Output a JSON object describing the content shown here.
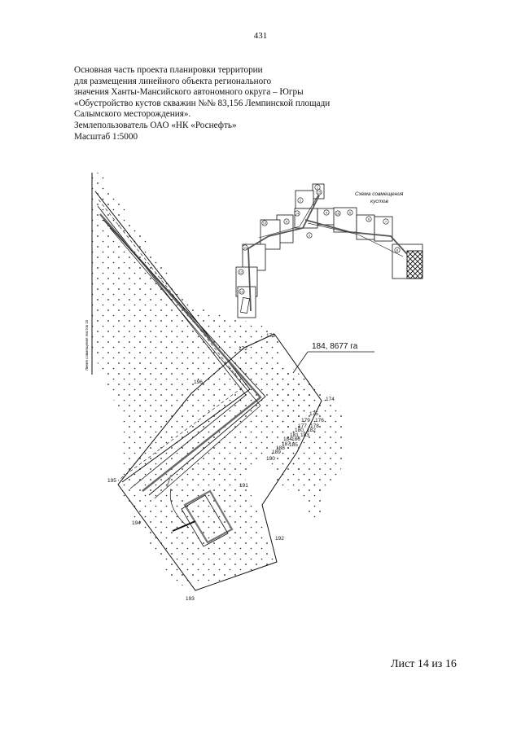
{
  "page_number": "431",
  "header_lines": [
    "Основная часть проекта планировки территории",
    "для размещения линейного объекта регионального",
    "значения Ханты-Мансийского автономного округа – Югры",
    "«Обустройство кустов скважин №№ 83,156 Лемпинской площади",
    "Салымского месторождения».",
    "Землепользователь ОАО «НК «Роснефть»",
    "Масштаб 1:5000"
  ],
  "map": {
    "area_label": "184, 8677 га",
    "inset_title_line1": "Схема совмещения",
    "inset_title_line2": "кустов",
    "vertical_label": "Линия совмещения листов 15",
    "points": {
      "p172": "172",
      "p173": "173",
      "p174": "174",
      "p175": "175",
      "p176": "176",
      "p177": "177",
      "p178": "178",
      "p179": "179",
      "p180": "180",
      "p181": "181",
      "p182": "182",
      "p183": "183",
      "p184": "184",
      "p185": "185",
      "p186": "186",
      "p187": "187",
      "p188": "188",
      "p189": "189",
      "p190": "190",
      "p191": "191",
      "p192": "192",
      "p193": "193",
      "p194": "194",
      "p195": "195",
      "p196": "196"
    },
    "sheets": [
      "1",
      "2",
      "3",
      "4",
      "5",
      "6",
      "7",
      "8",
      "9",
      "10",
      "11",
      "12",
      "13",
      "14",
      "15",
      "16"
    ]
  },
  "footer": "Лист 14 из 16"
}
